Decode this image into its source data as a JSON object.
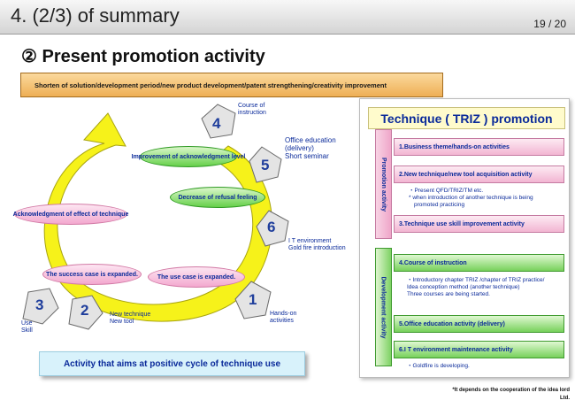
{
  "header": {
    "title": "4. (2/3) of summary",
    "page": "19 / 20"
  },
  "heading": "② Present promotion activity",
  "banner": "Shorten of solution/development period/new product development/patent strengthening/creativity improvement",
  "cycle": {
    "bubbles": {
      "improvement": "Improvement of acknowledgment level",
      "refusal": "Decrease of refusal feeling",
      "acknowledgment": "Acknowledgment of effect of technique",
      "success": "The success case is expanded.",
      "usecase": "The use case is expanded."
    },
    "pentagons": [
      "4",
      "5",
      "6",
      "1",
      "2",
      "3"
    ],
    "labels": {
      "course": [
        "Course of",
        "instruction"
      ],
      "office": [
        "Office education",
        "(delivery)",
        "Short seminar"
      ],
      "it": [
        "I T environment",
        "Gold fire introduction"
      ],
      "handson": [
        "Hands-on",
        "activities"
      ],
      "newtech": [
        "New technique",
        "New tool"
      ],
      "useskill": [
        "Use",
        "Skill"
      ]
    }
  },
  "bottom_box": "Activity that aims at positive cycle of technique use",
  "triz": {
    "title": "Technique ( TRIZ ) promotion",
    "promotion_label": "Promotion activity",
    "development_label": "Development activity",
    "items": [
      "1.Business theme/hands-on activities",
      "2.New technique/new tool acquisition activity",
      "3.Technique use skill improvement activity",
      "4.Course of instruction",
      "5.Office education activity (delivery)",
      "6.I T environment maintenance activity"
    ],
    "notes": {
      "item2": [
        "・Present QFD/TRIZ/TM etc.",
        "* when introduction of another technique is being",
        "promoted practicing"
      ],
      "item4": [
        "・Introductory chapter TRIZ /chapter of TRIZ practice/",
        "Idea conception method (another technique)",
        "Three courses are being started."
      ],
      "item6": [
        "・Goldfire is developing."
      ]
    }
  },
  "footnote": [
    "*It depends on the cooperation of the idea lord",
    "Ltd."
  ],
  "colors": {
    "banner": "#eeaf55",
    "pink": "#f3a8cf",
    "green": "#66d04a",
    "arrow": "#f6f21a",
    "text_blue": "#0a2a9a"
  }
}
